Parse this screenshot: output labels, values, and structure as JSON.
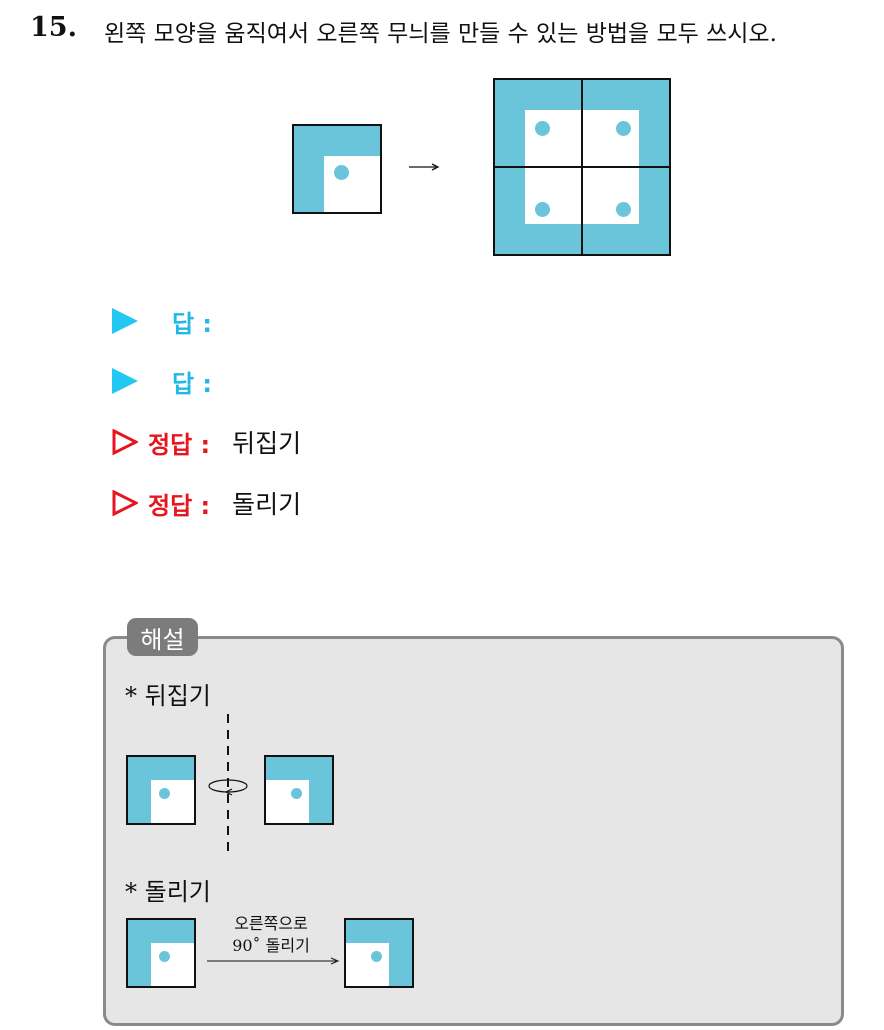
{
  "question": {
    "number": "15.",
    "text": "왼쪽 모양을 움직여서 오른쪽 무늬를 만들 수 있는 방법을 모두 쓰시오."
  },
  "colors": {
    "tile": "#6AC5DB",
    "answer_marker": "#22C7F2",
    "correct_marker": "#E8151F",
    "box": "#E6E6E6"
  },
  "answers": [
    {
      "label": "답 :",
      "value": ""
    },
    {
      "label": "답 :",
      "value": ""
    }
  ],
  "correct_answers": [
    {
      "label": "정답 :",
      "value": "뒤집기"
    },
    {
      "label": "정답 :",
      "value": "돌리기"
    }
  ],
  "explanation": {
    "tag": "해설",
    "flip_heading": "* 뒤집기",
    "rotate_heading": "* 돌리기",
    "rotate_caption_line1": "오른쪽으로",
    "rotate_caption_line2": "90˚ 돌리기"
  }
}
